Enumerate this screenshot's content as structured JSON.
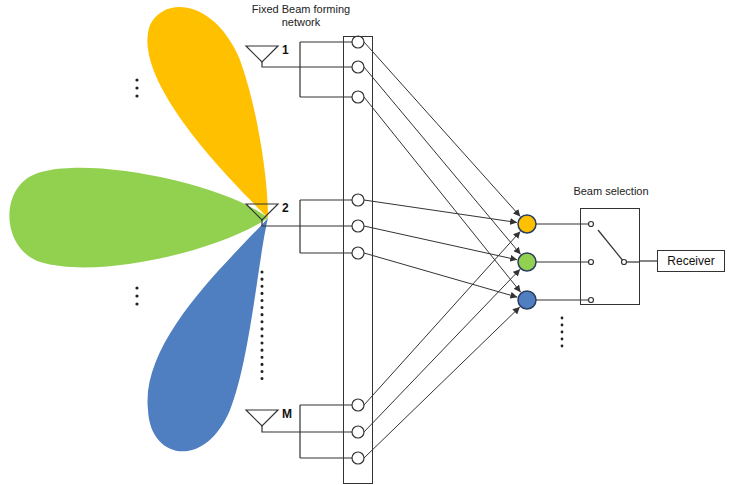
{
  "diagram": {
    "nodes": [
      {
        "text": [
          "Fixed Beam forming network"
        ]
      },
      {
        "text": [
          "Beam selection"
        ]
      },
      {
        "text": [
          "Receiver"
        ]
      }
    ],
    "edges": [
      {
        "from": 1,
        "to": 2,
        "arrow": "none"
      }
    ],
    "labels": [
      "1",
      "2",
      "M"
    ]
  }
}
